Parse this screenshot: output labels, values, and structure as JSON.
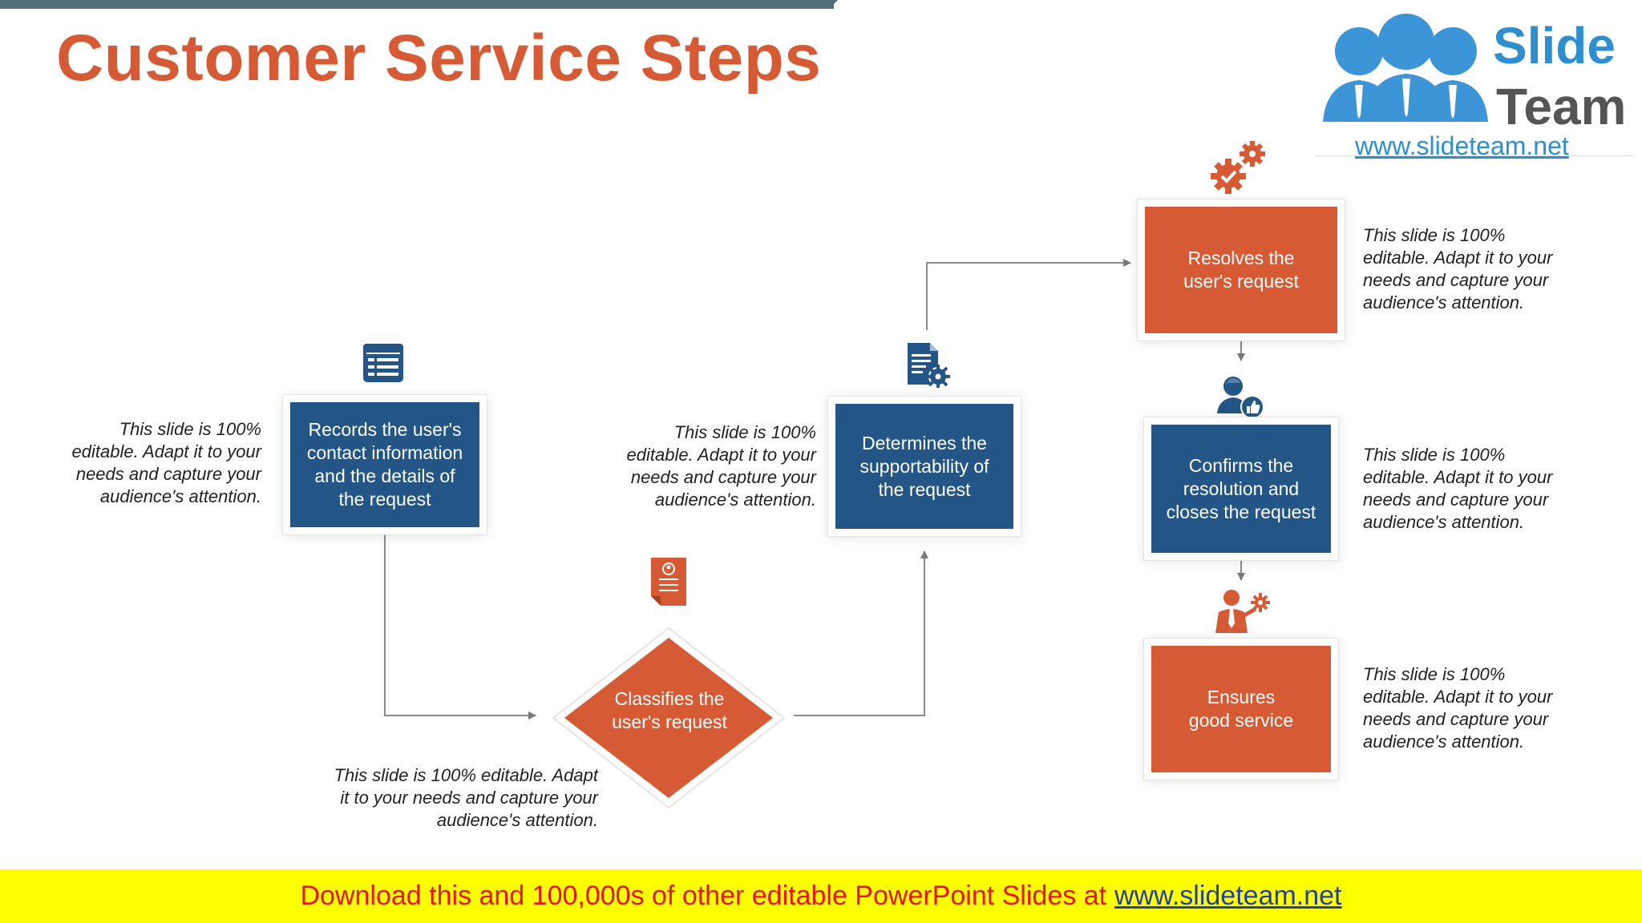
{
  "title": "Customer Service Steps",
  "logo": {
    "word1": "Slide",
    "word2": "Team",
    "url": "www.slideteam.net"
  },
  "colors": {
    "accent_orange": "#d65a34",
    "primary_blue": "#235686",
    "banner_yellow": "#ffff00",
    "banner_red": "#e8131a"
  },
  "steps": [
    {
      "label": "Records the user's\ncontact information\nand the details of\nthe request",
      "icon": "form-list-icon"
    },
    {
      "label": "Classifies the\nuser's request",
      "icon": "document-profile-icon"
    },
    {
      "label": "Determines the\nsupportability of\nthe request",
      "icon": "document-gear-icon"
    },
    {
      "label": "Resolves the\nuser's request",
      "icon": "gears-icon"
    },
    {
      "label": "Confirms the\nresolution and\ncloses the request",
      "icon": "user-thumbs-up-icon"
    },
    {
      "label": "Ensures\ngood service",
      "icon": "businessman-gear-icon"
    }
  ],
  "notes": {
    "records": "This slide is 100%\neditable. Adapt it to your\nneeds and capture your\naudience's attention.",
    "classifies": "This slide is 100% editable. Adapt\nit to your needs and capture your\naudience's attention.",
    "determines": "This slide is 100%\neditable. Adapt it to your\nneeds and capture your\naudience's attention.",
    "resolves": "This slide is 100%\neditable. Adapt it to your\nneeds and capture your\naudience's attention.",
    "confirms": "This slide is 100%\neditable. Adapt it to your\nneeds and capture your\naudience's attention.",
    "ensures": "This slide is 100%\neditable. Adapt it to your\nneeds and capture your\naudience's attention."
  },
  "banner": {
    "text": "Download this and 100,000s of other editable PowerPoint Slides at",
    "url": "www.slideteam.net"
  }
}
